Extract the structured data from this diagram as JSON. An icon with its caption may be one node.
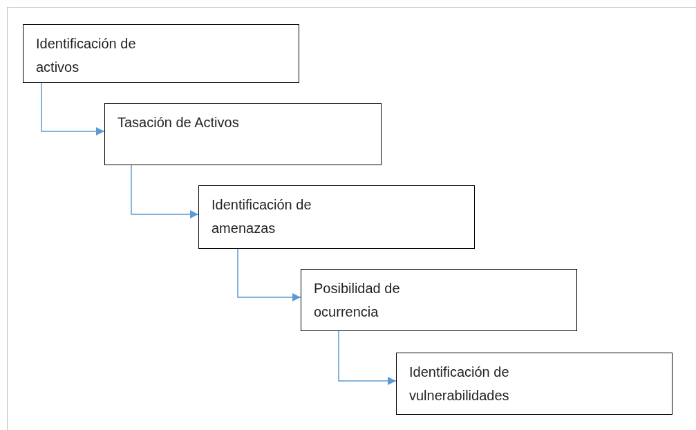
{
  "diagram": {
    "nodes": [
      {
        "text": [
          "Identificación de activos"
        ]
      },
      {
        "text": [
          "Tasación de Activos"
        ]
      },
      {
        "text": [
          "Identificación de amenazas"
        ]
      },
      {
        "text": [
          "Posibilidad de ocurrencia"
        ]
      },
      {
        "text": [
          "Identificación de vulnerabilidades"
        ]
      }
    ],
    "edges": [
      {
        "from": 0,
        "to": 1,
        "arrow": "to"
      },
      {
        "from": 1,
        "to": 2,
        "arrow": "to"
      },
      {
        "from": 2,
        "to": 3,
        "arrow": "to"
      },
      {
        "from": 3,
        "to": 4,
        "arrow": "to"
      }
    ]
  }
}
